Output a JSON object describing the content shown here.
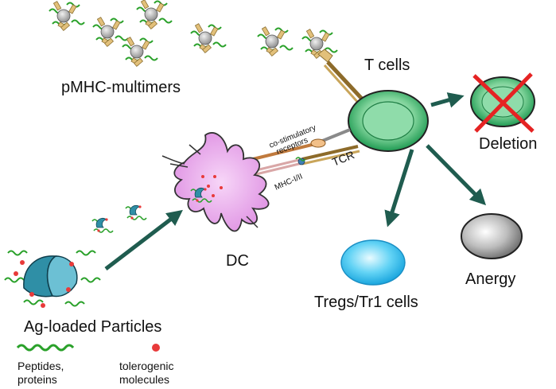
{
  "labels": {
    "pmhc_multimers": "pMHC-multimers",
    "t_cells": "T cells",
    "deletion": "Deletion",
    "co_stimulatory_line1": "co-stimulatory",
    "co_stimulatory_line2": "receptors",
    "tcr": "TCR",
    "mhc": "MHC-I/II",
    "dc": "DC",
    "tregs": "Tregs/Tr1 cells",
    "anergy": "Anergy",
    "ag_particles": "Ag-loaded Particles",
    "legend_peptides_line1": "Peptides,",
    "legend_peptides_line2": "proteins",
    "legend_tolerogenic_line1": "tolerogenic",
    "legend_tolerogenic_line2": "molecules"
  },
  "colors": {
    "arrow": "#1f5c4f",
    "tcell": "#27a85e",
    "treg": "#29b6e8",
    "anergy": "#777777",
    "dc": "#e39de8",
    "cross": "#e52323",
    "peptide": "#2aa12a",
    "dot": "#e83a3a",
    "particle": "#2f8fa6"
  },
  "icons": [
    "pmhc-multimer-icon",
    "t-cell-icon",
    "dendritic-cell-icon",
    "particle-icon",
    "cross-icon"
  ]
}
